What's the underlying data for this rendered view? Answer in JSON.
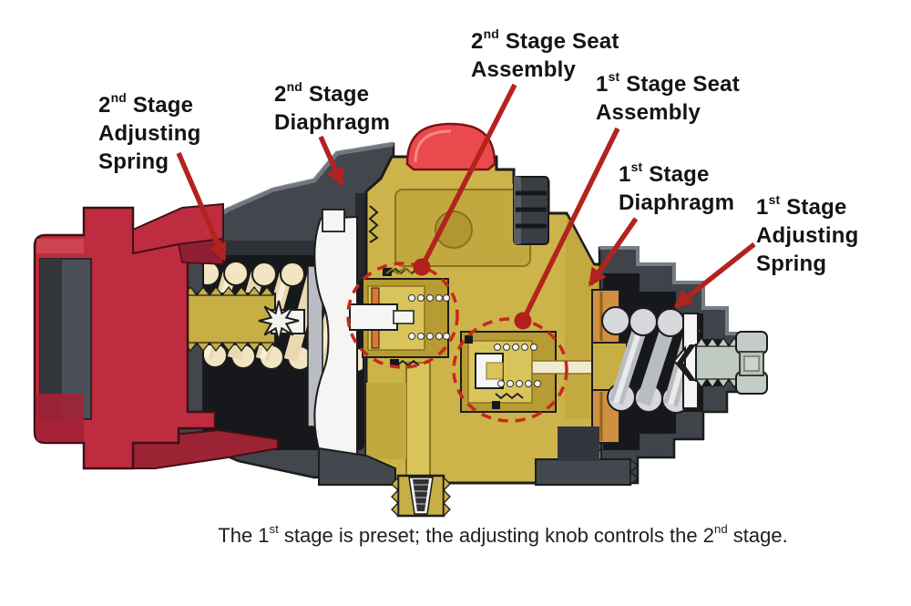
{
  "labels": {
    "second_stage_adjusting_spring": {
      "num": "2",
      "sup": "nd",
      "rest": " Stage",
      "line2": "Adjusting",
      "line3": "Spring"
    },
    "second_stage_diaphragm": {
      "num": "2",
      "sup": "nd",
      "rest": " Stage",
      "line2": "Diaphragm"
    },
    "second_stage_seat_assembly": {
      "num": "2",
      "sup": "nd",
      "rest": " Stage Seat",
      "line2": "Assembly"
    },
    "first_stage_seat_assembly": {
      "num": "1",
      "sup": "st",
      "rest": " Stage Seat",
      "line2": "Assembly"
    },
    "first_stage_diaphragm": {
      "num": "1",
      "sup": "st",
      "rest": " Stage",
      "line2": "Diaphragm"
    },
    "first_stage_adjusting_spring": {
      "num": "1",
      "sup": "st",
      "rest": " Stage",
      "line2": "Adjusting",
      "line3": "Spring"
    }
  },
  "caption": {
    "part1": "The 1",
    "sup1": "st",
    "part2": " stage is preset; the adjusting knob controls the 2",
    "sup2": "nd",
    "part3": " stage."
  },
  "colors": {
    "leader_arrow_red": "#b3231e",
    "highlight_dash_red": "#c8281c",
    "knob_red": "#bf2c3f",
    "vent_cap_red": "#ea4a4e",
    "brass_body": "#ccb44a",
    "housing_dark_gray": "#42464d",
    "spring_cream": "#f3e5c2",
    "spring_silver": "#d6d8db",
    "copper_ring": "#cf9040",
    "inlet_metal_green_gray": "#c0cac2",
    "label_text": "#141414"
  }
}
